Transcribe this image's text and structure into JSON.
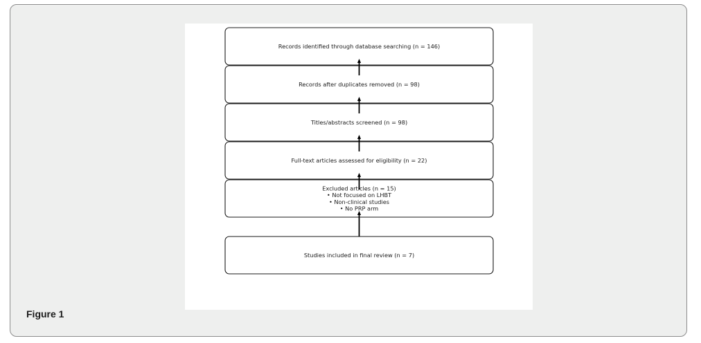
{
  "figure": {
    "caption": "Figure 1"
  },
  "flowchart": {
    "boxes": [
      {
        "id": "identified",
        "lines": [
          "Records identified through database searching (n = 146)"
        ]
      },
      {
        "id": "deduplicated",
        "lines": [
          "Records after duplicates removed (n = 98)"
        ]
      },
      {
        "id": "screened",
        "lines": [
          "Titles/abstracts screened (n = 98)"
        ]
      },
      {
        "id": "fulltext",
        "lines": [
          "Full-text articles assessed for eligibility (n = 22)"
        ]
      },
      {
        "id": "excluded",
        "lines": [
          "Excluded articles (n = 15)",
          "• Not focused on LHBT",
          "• Non-clinical studies",
          "• No PRP arm"
        ]
      },
      {
        "id": "included",
        "lines": [
          "Studies included in final review (n = 7)"
        ]
      }
    ],
    "arrows": [
      {
        "from": "deduplicated",
        "to": "identified"
      },
      {
        "from": "screened",
        "to": "deduplicated"
      },
      {
        "from": "fulltext",
        "to": "screened"
      },
      {
        "from": "excluded",
        "to": "fulltext"
      },
      {
        "from": "included",
        "to": "excluded"
      }
    ]
  },
  "colors": {
    "panel_background": "#eeefee",
    "panel_border": "#8c8c8c",
    "canvas_background": "#ffffff",
    "box_stroke": "#1a1a1a",
    "arrow": "#000000"
  }
}
